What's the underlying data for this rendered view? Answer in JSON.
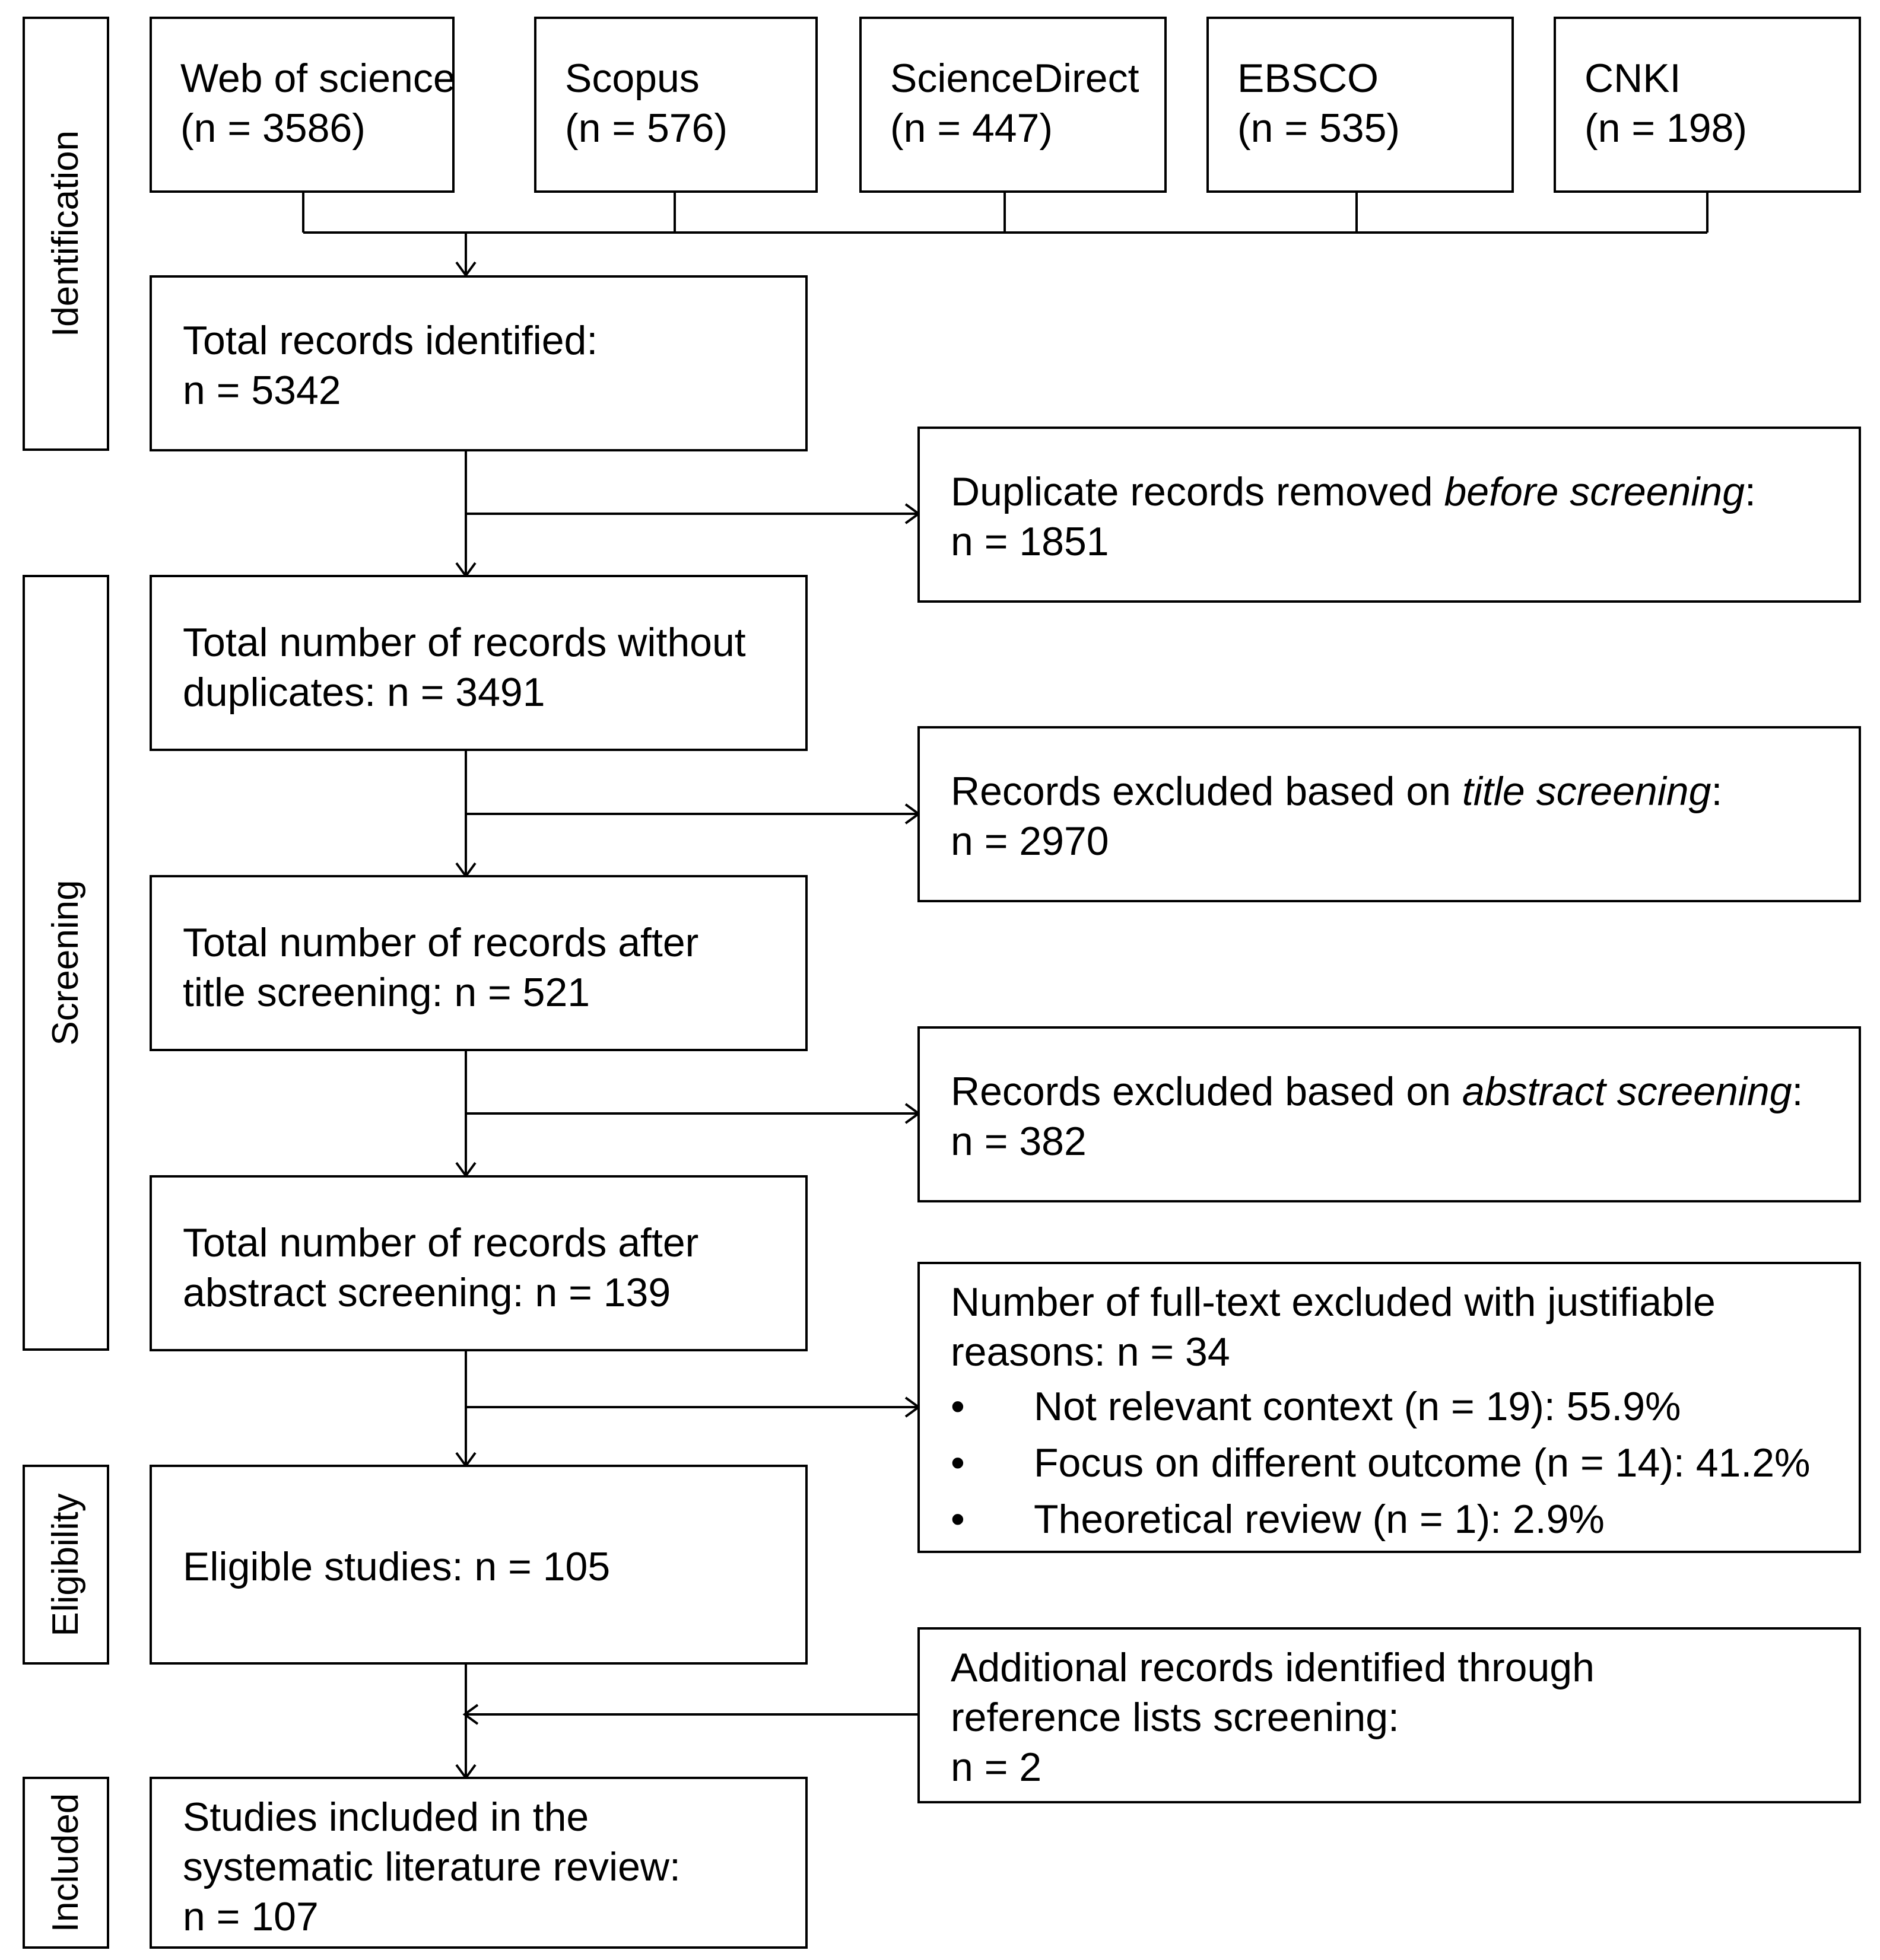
{
  "stages": {
    "identification": "Identification",
    "screening": "Screening",
    "eligibility": "Eligibility",
    "included": "Included"
  },
  "sources": [
    {
      "name": "Web of science",
      "count": "(n = 3586)"
    },
    {
      "name": "Scopus",
      "count": "(n = 576)"
    },
    {
      "name": "ScienceDirect",
      "count": "(n = 447)"
    },
    {
      "name": "EBSCO",
      "count": "(n = 535)"
    },
    {
      "name": "CNKI",
      "count": "(n = 198)"
    }
  ],
  "main": {
    "identified": {
      "line1": "Total records identified:",
      "line2": "n = 5342"
    },
    "without_duplicates": {
      "line1": "Total number of records without",
      "line2": "duplicates: n = 3491"
    },
    "after_title": {
      "line1": "Total number of records after",
      "line2": "title screening: n = 521"
    },
    "after_abstract": {
      "line1": "Total number of records after",
      "line2": "abstract screening: n = 139"
    },
    "eligible": {
      "line1": "Eligible studies: n = 105"
    },
    "included": {
      "line1": "Studies included in the",
      "line2": "systematic literature review:",
      "line3": "n = 107"
    }
  },
  "side": {
    "duplicates": {
      "pre": "Duplicate records removed ",
      "em": "before screening",
      "post": ":",
      "line2": "n = 1851"
    },
    "title_excluded": {
      "pre": "Records excluded based on ",
      "em": "title screening",
      "post": ":",
      "line2": "n = 2970"
    },
    "abstract_excluded": {
      "pre": "Records excluded based on ",
      "em": "abstract screening",
      "post": ":",
      "line2": "n = 382"
    },
    "fulltext_excluded": {
      "line1": "Number of full-text excluded with justifiable",
      "line2": "reasons: n = 34",
      "bullet": "•",
      "reasons": [
        "Not relevant context (n = 19): 55.9%",
        "Focus on different outcome (n = 14): 41.2%",
        "Theoretical review (n = 1): 2.9%"
      ]
    },
    "additional": {
      "line1": "Additional records identified through",
      "line2": "reference lists screening:",
      "line3": "n = 2"
    }
  }
}
